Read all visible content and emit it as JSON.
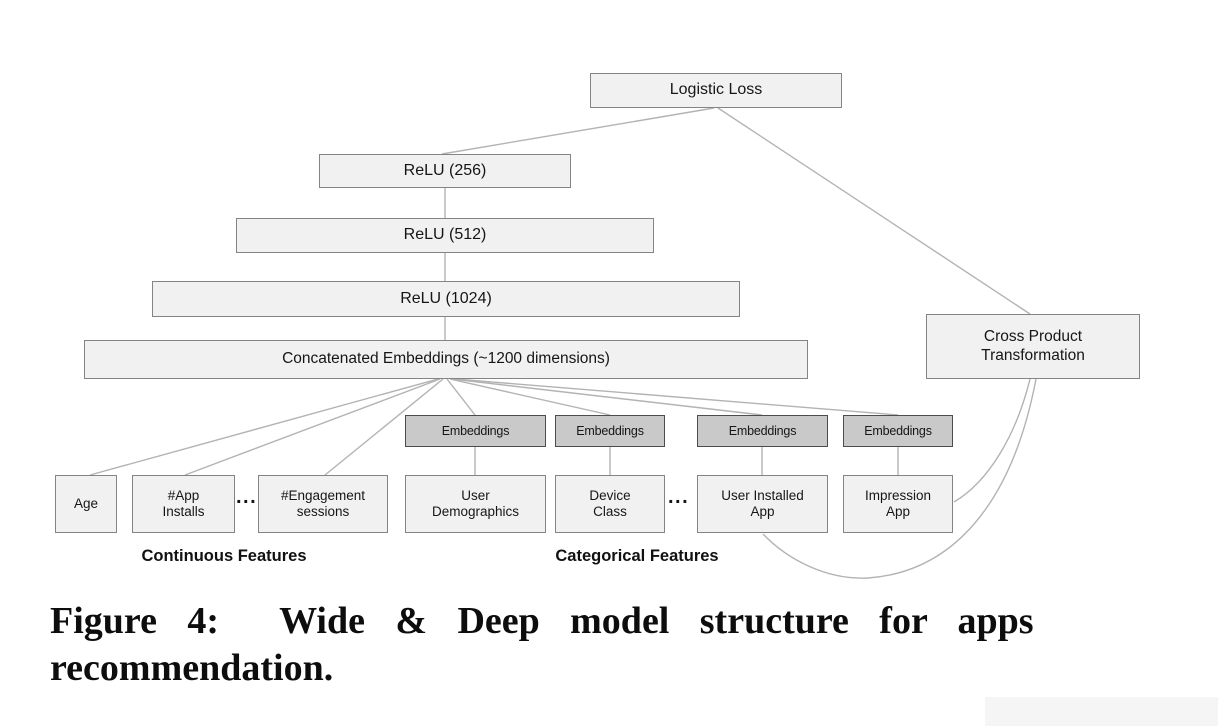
{
  "figure": {
    "nodes": {
      "logistic_loss": "Logistic Loss",
      "relu_256": "ReLU (256)",
      "relu_512": "ReLU (512)",
      "relu_1024": "ReLU (1024)",
      "concatenated_embeddings": "Concatenated Embeddings (~1200 dimensions)",
      "cross_product_transformation": "Cross Product\nTransformation",
      "embeddings_1": "Embeddings",
      "embeddings_2": "Embeddings",
      "embeddings_3": "Embeddings",
      "embeddings_4": "Embeddings",
      "age": "Age",
      "app_installs": "#App\nInstalls",
      "engagement_sessions": "#Engagement\nsessions",
      "user_demographics": "User\nDemographics",
      "device_class": "Device\nClass",
      "user_installed_app": "User Installed\nApp",
      "impression_app": "Impression\nApp"
    },
    "ellipsis_continuous": "...",
    "ellipsis_categorical": "...",
    "group_labels": {
      "continuous": "Continuous Features",
      "categorical": "Categorical Features"
    },
    "colors": {
      "node_fill": "#f1f1f1",
      "node_border": "#848484",
      "embedding_fill": "#c9c9c9",
      "embedding_border": "#4c4c4c",
      "edge_line": "#b3b3b3",
      "text": "#161616"
    }
  },
  "caption": {
    "line1": "Figure 4:  Wide & Deep model structure for apps",
    "line2": "recommendation."
  }
}
